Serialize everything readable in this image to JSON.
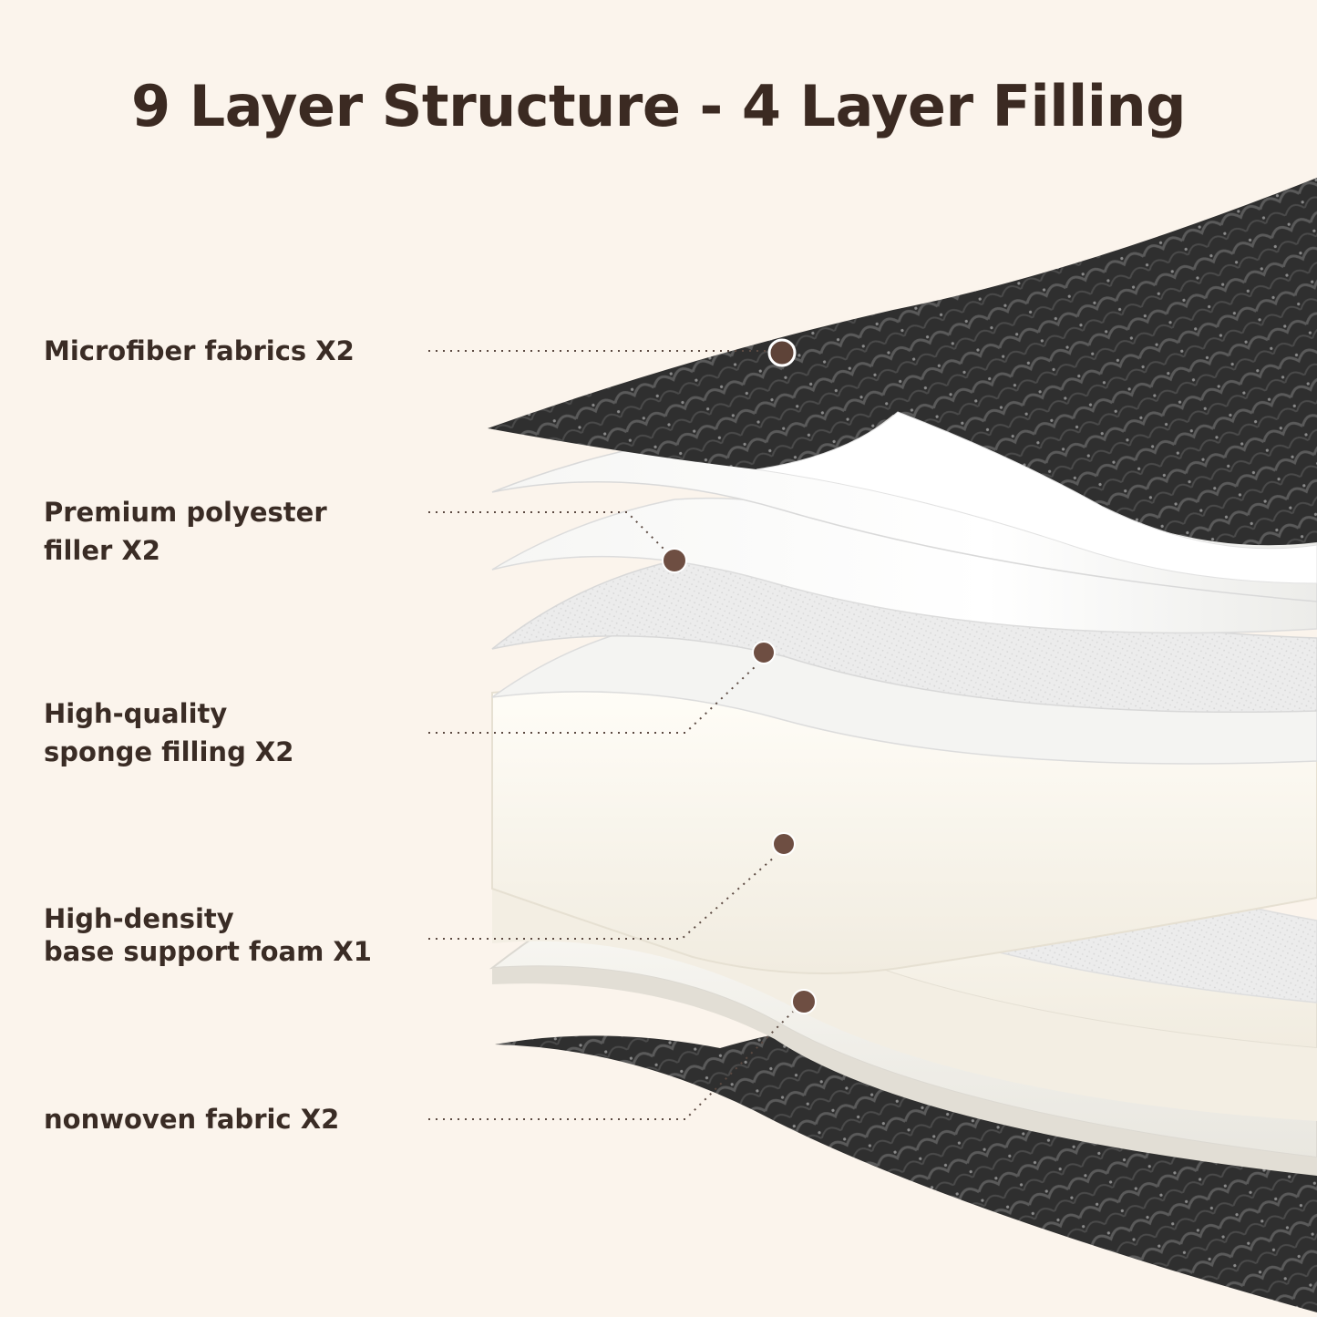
{
  "title": "9 Layer Structure - 4 Layer Filling",
  "labels": [
    {
      "line1": "Microfiber fabrics X2",
      "line2": ""
    },
    {
      "line1": "Premium polyester",
      "line2": "filler X2"
    },
    {
      "line1": "High-quality",
      "line2": "sponge filling X2"
    },
    {
      "line1": "High-density",
      "line2": "base support foam X1"
    },
    {
      "line1": "nonwoven fabric X2",
      "line2": ""
    }
  ],
  "colors": {
    "background": "#fbf4ec",
    "text": "#3a2c25",
    "marker": "#6e4e42",
    "fabric": "#2e2e2e"
  }
}
